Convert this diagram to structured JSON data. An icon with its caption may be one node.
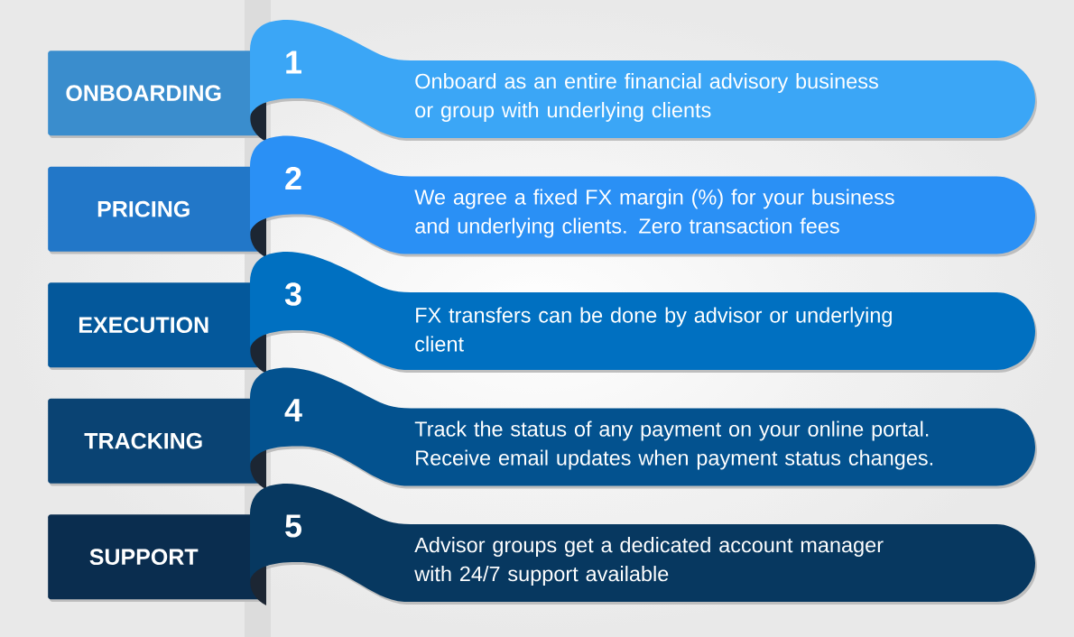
{
  "diagram": {
    "nodes": [
      {
        "text": [
          "ONBOARDING"
        ]
      },
      {
        "text": [
          "1",
          "Onboard as an entire financial advisory business or group with underlying clients"
        ]
      },
      {
        "text": [
          "PRICING"
        ]
      },
      {
        "text": [
          "2",
          "We agree a fixed FX margin (%) for your business and underlying clients. Zero transaction fees"
        ]
      },
      {
        "text": [
          "EXECUTION"
        ]
      },
      {
        "text": [
          "3",
          "FX transfers can be done by advisor or underlying client"
        ]
      },
      {
        "text": [
          "TRACKING"
        ]
      },
      {
        "text": [
          "4",
          "Track the status of any payment on your online portal. Receive email updates when payment status changes."
        ]
      },
      {
        "text": [
          "SUPPORT"
        ]
      },
      {
        "text": [
          "5",
          "Advisor groups get a dedicated account manager with 24/7 support available"
        ]
      }
    ]
  }
}
